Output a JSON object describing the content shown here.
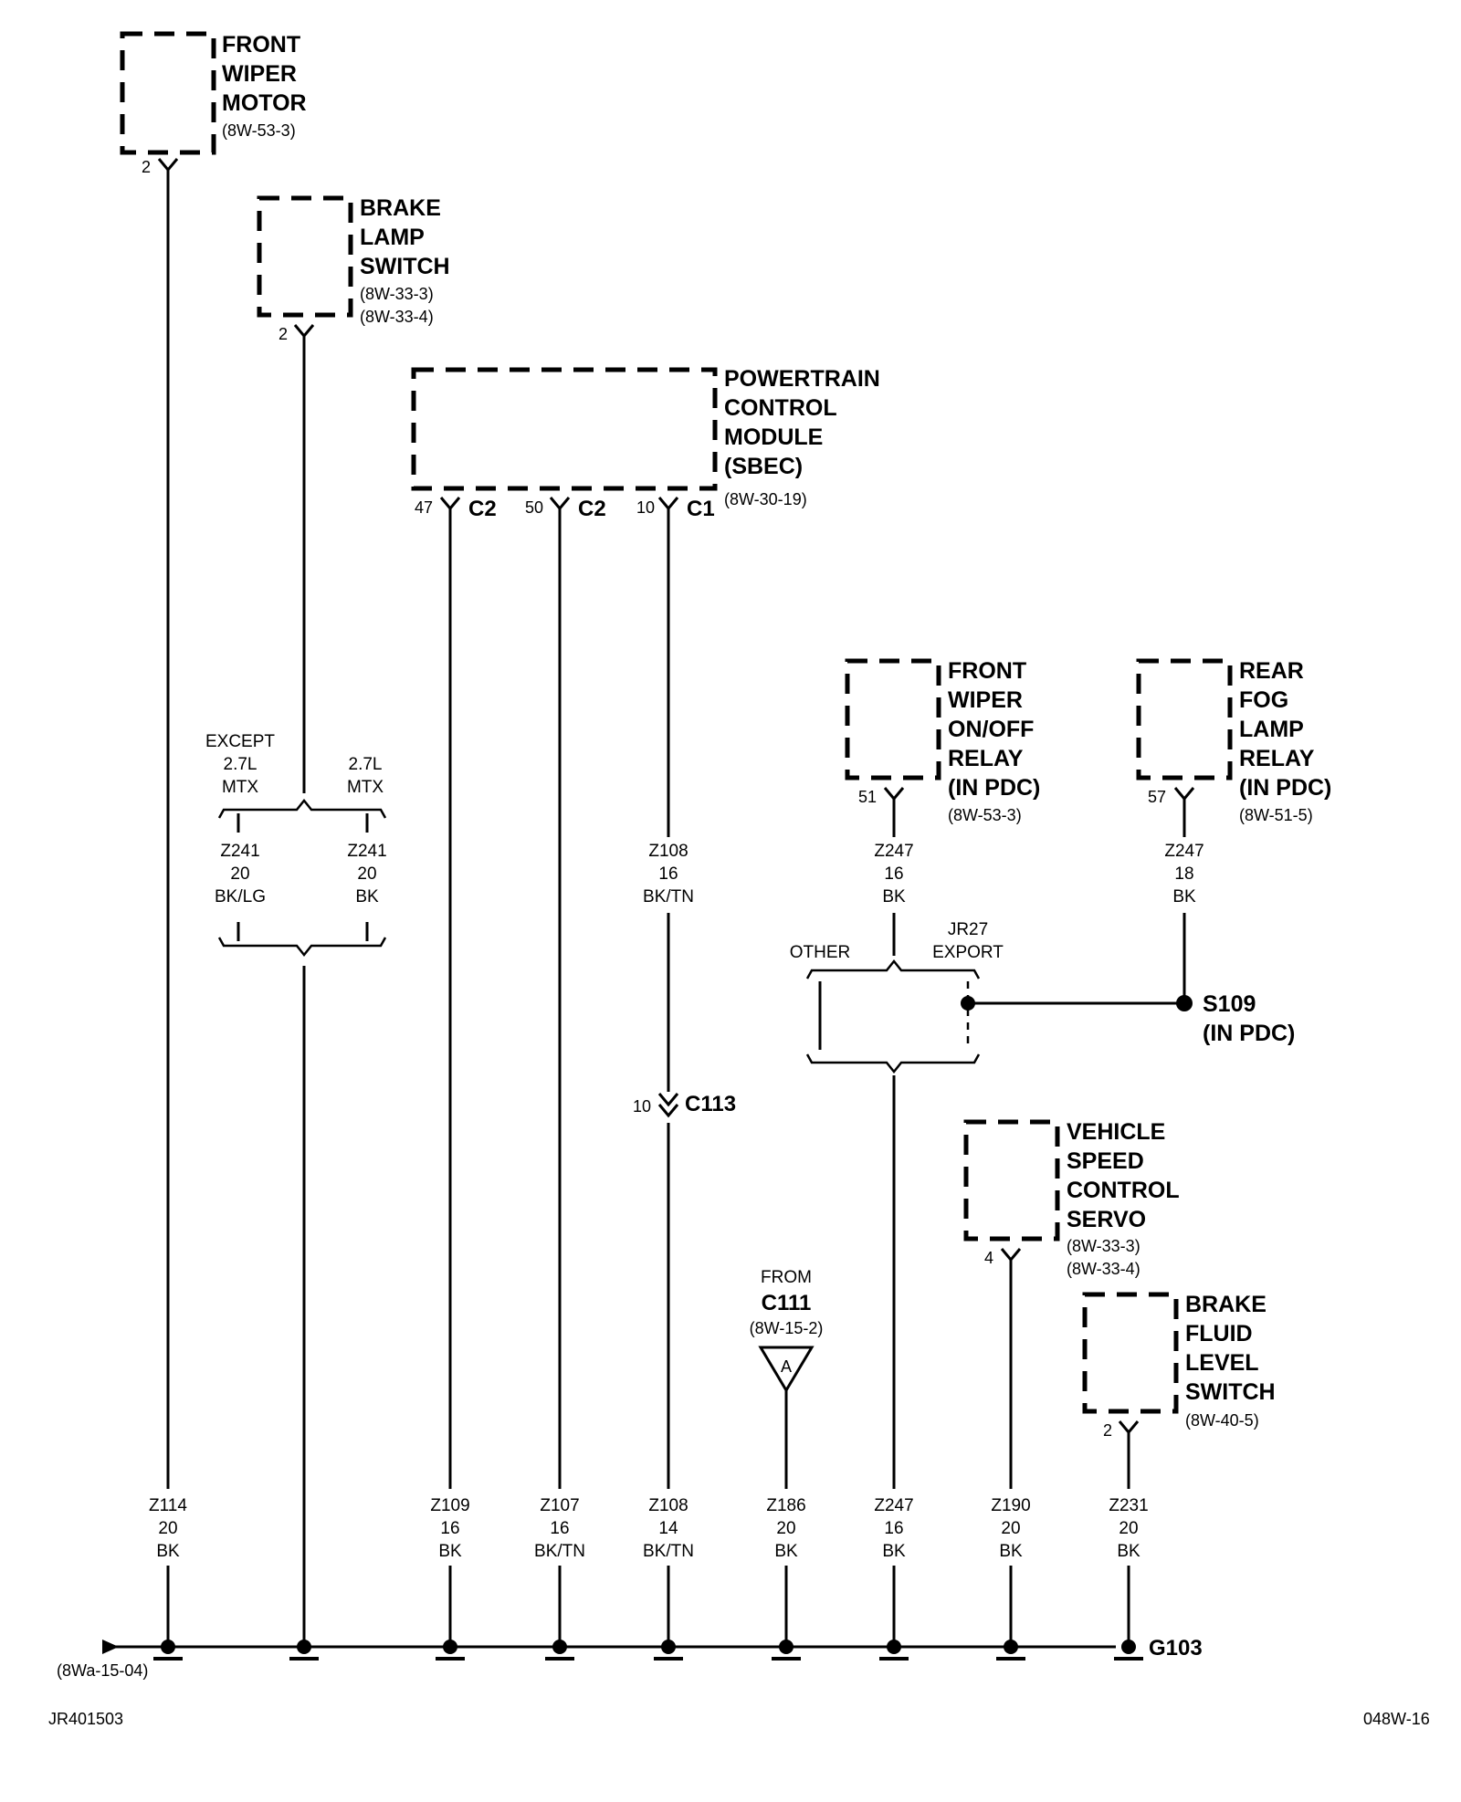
{
  "components": {
    "front_wiper_motor": {
      "lines": [
        "FRONT",
        "WIPER",
        "MOTOR"
      ],
      "ref": "(8W-53-3)",
      "pin": "2"
    },
    "brake_lamp_switch": {
      "lines": [
        "BRAKE",
        "LAMP",
        "SWITCH"
      ],
      "refs": [
        "(8W-33-3)",
        "(8W-33-4)"
      ],
      "pin": "2"
    },
    "pcm": {
      "lines": [
        "POWERTRAIN",
        "CONTROL",
        "MODULE",
        "(SBEC)"
      ],
      "ref": "(8W-30-19)",
      "pins": [
        {
          "pin": "47",
          "conn": "C2"
        },
        {
          "pin": "50",
          "conn": "C2"
        },
        {
          "pin": "10",
          "conn": "C1"
        }
      ]
    },
    "front_wiper_relay": {
      "lines": [
        "FRONT",
        "WIPER",
        "ON/OFF",
        "RELAY",
        "(IN PDC)"
      ],
      "ref": "(8W-53-3)",
      "pin": "51"
    },
    "rear_fog_relay": {
      "lines": [
        "REAR",
        "FOG",
        "LAMP",
        "RELAY",
        "(IN PDC)"
      ],
      "ref": "(8W-51-5)",
      "pin": "57"
    },
    "vehicle_speed_servo": {
      "lines": [
        "VEHICLE",
        "SPEED",
        "CONTROL",
        "SERVO"
      ],
      "refs": [
        "(8W-33-3)",
        "(8W-33-4)"
      ],
      "pin": "4"
    },
    "brake_fluid_switch": {
      "lines": [
        "BRAKE",
        "FLUID",
        "LEVEL",
        "SWITCH"
      ],
      "ref": "(8W-40-5)",
      "pin": "2"
    }
  },
  "options": {
    "brake": {
      "left": [
        "EXCEPT",
        "2.7L",
        "MTX"
      ],
      "right": [
        "2.7L",
        "MTX"
      ]
    },
    "wiper": {
      "left": "OTHER",
      "right": [
        "JR27",
        "EXPORT"
      ]
    }
  },
  "wires_mid": {
    "brake_left": [
      "Z241",
      "20",
      "BK/LG"
    ],
    "brake_right": [
      "Z241",
      "20",
      "BK"
    ],
    "pcm_c1": [
      "Z108",
      "16",
      "BK/TN"
    ],
    "wiper_relay": [
      "Z247",
      "16",
      "BK"
    ],
    "fog_relay": [
      "Z247",
      "18",
      "BK"
    ]
  },
  "splice": {
    "name": "S109",
    "location": "(IN PDC)"
  },
  "inline_connector": {
    "pin": "10",
    "name": "C113"
  },
  "from_ref": {
    "from": "FROM",
    "conn": "C111",
    "ref": "(8W-15-2)",
    "letter": "A"
  },
  "bottom_wires": [
    [
      "Z114",
      "20",
      "BK"
    ],
    [
      "Z109",
      "16",
      "BK"
    ],
    [
      "Z107",
      "16",
      "BK/TN"
    ],
    [
      "Z108",
      "14",
      "BK/TN"
    ],
    [
      "Z186",
      "20",
      "BK"
    ],
    [
      "Z247",
      "16",
      "BK"
    ],
    [
      "Z190",
      "20",
      "BK"
    ],
    [
      "Z231",
      "20",
      "BK"
    ]
  ],
  "ground": {
    "name": "G103",
    "ref": "(8Wa-15-04)"
  },
  "footer": {
    "left": "JR401503",
    "right": "048W-16"
  }
}
